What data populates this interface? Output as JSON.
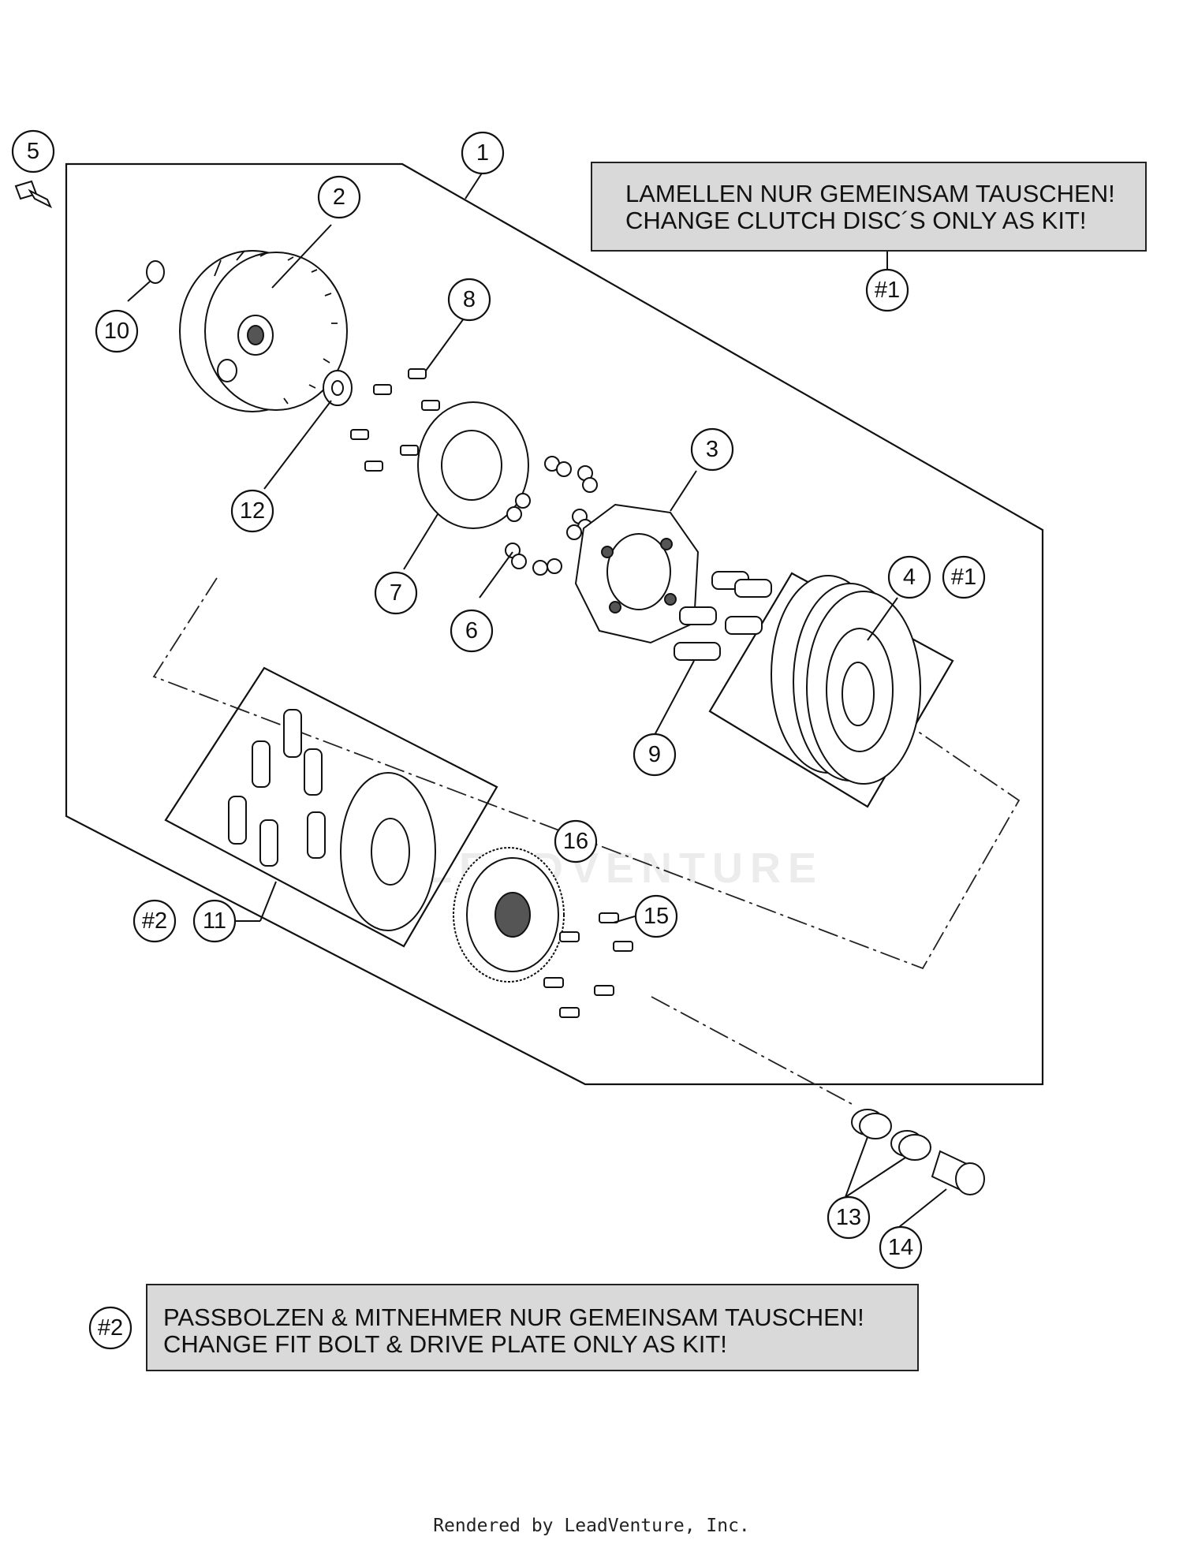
{
  "notes": [
    {
      "id": "#1",
      "lines": [
        "LAMELLEN NUR GEMEINSAM TAUSCHEN!",
        "CHANGE CLUTCH DISC´S ONLY AS KIT!"
      ]
    },
    {
      "id": "#2",
      "lines": [
        "PASSBOLZEN & MITNEHMER NUR GEMEINSAM TAUSCHEN!",
        "CHANGE FIT BOLT & DRIVE PLATE ONLY AS KIT!"
      ]
    }
  ],
  "callouts": {
    "c1": "1",
    "c2": "2",
    "c3": "3",
    "c4": "4",
    "c5": "5",
    "c6": "6",
    "c7": "7",
    "c8": "8",
    "c9": "9",
    "c10": "10",
    "c11": "11",
    "c12": "12",
    "c13": "13",
    "c14": "14",
    "c15": "15",
    "c16": "16",
    "kit1_note": "#1",
    "kit1_part4": "#1",
    "kit2_note": "#2",
    "kit2_part11": "#2"
  },
  "watermark": "LEADVENTURE",
  "footer": "Rendered by LeadVenture, Inc."
}
